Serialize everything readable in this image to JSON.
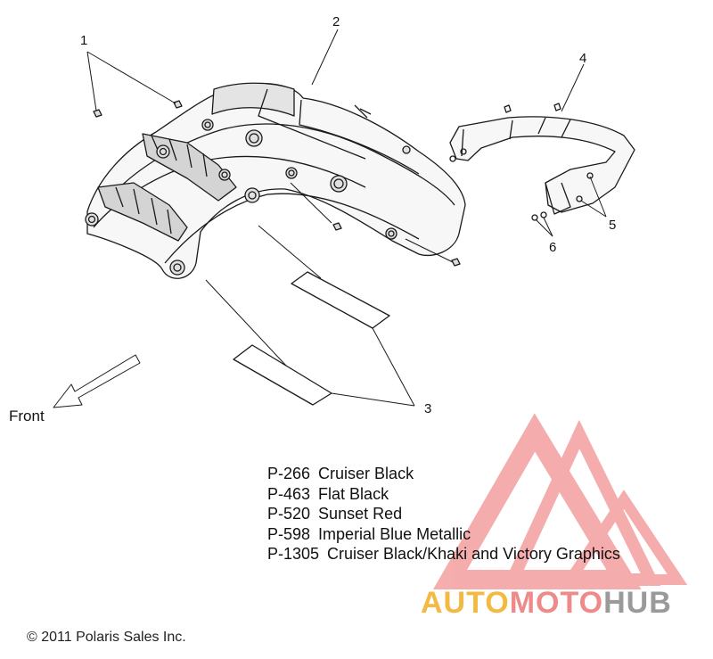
{
  "callouts": [
    "1",
    "2",
    "3",
    "4",
    "5",
    "6"
  ],
  "front_label": "Front",
  "paint_codes": [
    {
      "code": "P-266",
      "name": "Cruiser Black"
    },
    {
      "code": "P-463",
      "name": "Flat Black"
    },
    {
      "code": "P-520",
      "name": "Sunset Red"
    },
    {
      "code": "P-598",
      "name": "Imperial Blue Metallic"
    },
    {
      "code": "P-1305",
      "name": "Cruiser Black/Khaki and Victory Graphics"
    }
  ],
  "copyright": "© 2011 Polaris Sales Inc.",
  "watermark": {
    "part_a": "AUTO",
    "part_b": "MOTO",
    "part_c": "HUB"
  },
  "colors": {
    "line": "#1a1a1a",
    "fill": "#f7f7f7",
    "shade": "#cfcfcf",
    "watermark_red": "#ec6a6a",
    "watermark_orange": "#f4b941",
    "watermark_grey": "#9a9a9a"
  }
}
